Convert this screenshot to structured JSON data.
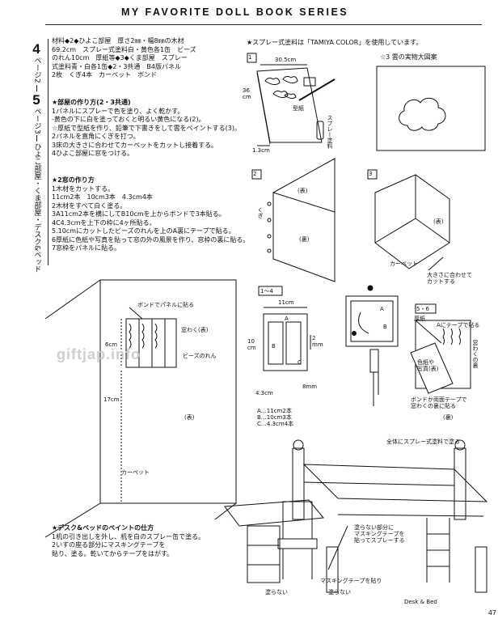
{
  "header": {
    "title": "MY FAVORITE DOLL BOOK SERIES"
  },
  "sidebar": {
    "pages": [
      "4",
      "5"
    ],
    "page_words": [
      "ページ2",
      "ページ3"
    ],
    "topic": "ひよこ部屋・くま部屋・デスク&ベッド"
  },
  "materials": {
    "lines": [
      "材料◆2◆ひよこ部屋　厚さ2㎜・幅8㎜の木材",
      "69.2cm　スプレー式塗料白・黄色各1缶　ビーズ",
      "のれん10cm　厚紙等◆3◆くま部屋　スプレー",
      "式塗料青・白各1缶◆2・3共通　B4版パネル",
      "2枚　くぎ4本　カーペット　ボンド"
    ]
  },
  "room_steps": {
    "title": "★部屋の作り方(2・3共通)",
    "lines": [
      "1パネルにスプレーで色を塗り、よく乾かす。",
      "-黄色の下に白を塗っておくと明るい黄色になる(2)。",
      "☆厚紙で型紙を作り、鉛筆で下書きをして雲をペイントする(3)。",
      "2パネルを直角にくぎを打つ。",
      "3床の大きさに合わせてカーペットをカットし接着する。",
      "4ひよこ部屋に窓をつける。"
    ]
  },
  "window_steps": {
    "title": "★2窓の作り方",
    "lines": [
      "1木材をカットする。",
      "11cm2本　10cm3本　4.3cm4本",
      "2木材をすべて白く塗る。",
      "3A11cm2本を横にしてB10cmを上からボンドで3本貼る。",
      "4C4.3cmを上下の枠に4ヶ所貼る。",
      "5.10cmにカットしたビーズのれんを上のA裏にテープで貼る。",
      "6厚紙に色紙や写真を貼って窓の外の風景を作り、窓枠の裏に貼る。",
      "7窓枠をパネルに貼る。"
    ]
  },
  "paint_steps": {
    "title": "★デスク&ベッドのペイントの仕方",
    "lines": [
      "1机の引き出しを外し、机を白のスプレー缶で塗る。",
      "2いすの座る部分にマスキングテープを",
      "貼り、塗る。乾いてからテープをはがす。"
    ]
  },
  "spray_note": "★スプレー式塗料は「TAMIYA COLOR」を使用しています。",
  "fig1": {
    "step": "1",
    "width": "30.5cm",
    "height": "36\ncm",
    "margin": "1.3cm",
    "cardboard": "型紙",
    "spray": "スプレー塗料"
  },
  "cloud_pattern": {
    "label": "☆3 雲の実物大図案"
  },
  "fig2": {
    "step": "2",
    "nail": "くぎ",
    "front": "(表)",
    "back": "(裏)"
  },
  "fig3": {
    "step": "3",
    "front": "(表)",
    "carpet": "カーペット",
    "cut": "大きさに合わせて\nカットする"
  },
  "room_large": {
    "bond": "ボンドでパネルに貼る",
    "window": "窓わく(表)",
    "beads": "ビーズのれん",
    "h6": "6cm",
    "h17": "17cm",
    "front": "(表)",
    "carpet": "カーペット"
  },
  "fig14": {
    "step": "1〜4",
    "w": "11cm",
    "h": "10\ncm",
    "small": "4.3cm",
    "t2": "2\nmm",
    "t8": "8mm",
    "A": "A",
    "B": "B",
    "C": "C",
    "legend": [
      "A…11cm2本",
      "B…10cm3本",
      "C…4.3cm4本"
    ]
  },
  "fig_mid": {
    "A": "A",
    "B": "B"
  },
  "fig56": {
    "step": "5・6",
    "cardboard": "厚紙",
    "tape_note": "Aにテープで貼る",
    "frame_back": "窓わくの裏",
    "colorpaper": "色紙や\n写真(表)",
    "bond_tape": "ボンドか両面テープで\n窓わくの裏に貼る",
    "back": "(裏)"
  },
  "furniture": {
    "spray_all": "全体にスプレー式塗料で塗る",
    "masking_note": "塗らない部分に\nマスキングテープを\n貼ってスプレーする",
    "masking_label": "マスキングテープを貼り",
    "unpainted1": "塗らない",
    "unpainted2": "塗らない",
    "caption": "Desk & Bed"
  },
  "watermark": "giftjap.info",
  "page_number": "47"
}
